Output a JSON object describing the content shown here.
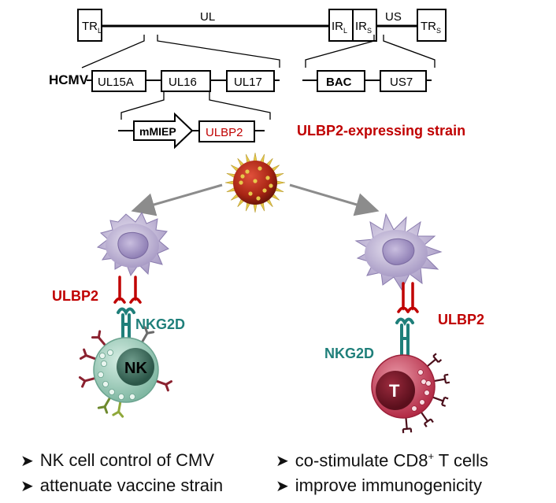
{
  "genome": {
    "trl": "TR",
    "trl_sub": "L",
    "ul": "UL",
    "irl": "IR",
    "irl_sub": "L",
    "irs": "IR",
    "irs_sub": "S",
    "us": "US",
    "trs": "TR",
    "trs_sub": "S"
  },
  "hcmv_label": "HCMV",
  "genes": {
    "ul15a": "UL15A",
    "ul16": "UL16",
    "ul17": "UL17",
    "bac": "BAC",
    "us7": "US7"
  },
  "insert": {
    "promoter": "mMIEP",
    "gene": "ULBP2"
  },
  "strain_label": "ULBP2-expressing strain",
  "left_cell": {
    "ligand": "ULBP2",
    "receptor": "NKG2D",
    "effector": "NK"
  },
  "right_cell": {
    "ligand": "ULBP2",
    "receptor": "NKG2D",
    "effector": "T"
  },
  "bullets": {
    "left": [
      "NK cell control of CMV",
      "attenuate vaccine strain"
    ],
    "right_1_prefix": "co-stimulate CD8",
    "right_1_sup": "+",
    "right_1_suffix": " T cells",
    "right_2": "improve immunogenicity"
  },
  "colors": {
    "ulbp2_red": "#c00000",
    "nkg2d_teal": "#1f7f7a",
    "apc_lavender": "#c9c0dc",
    "nk_green": "#a9d2c0",
    "t_cell_pink": "#c8475f",
    "virus_red": "#b52a18",
    "virus_spike_yellow": "#e6c84a"
  }
}
